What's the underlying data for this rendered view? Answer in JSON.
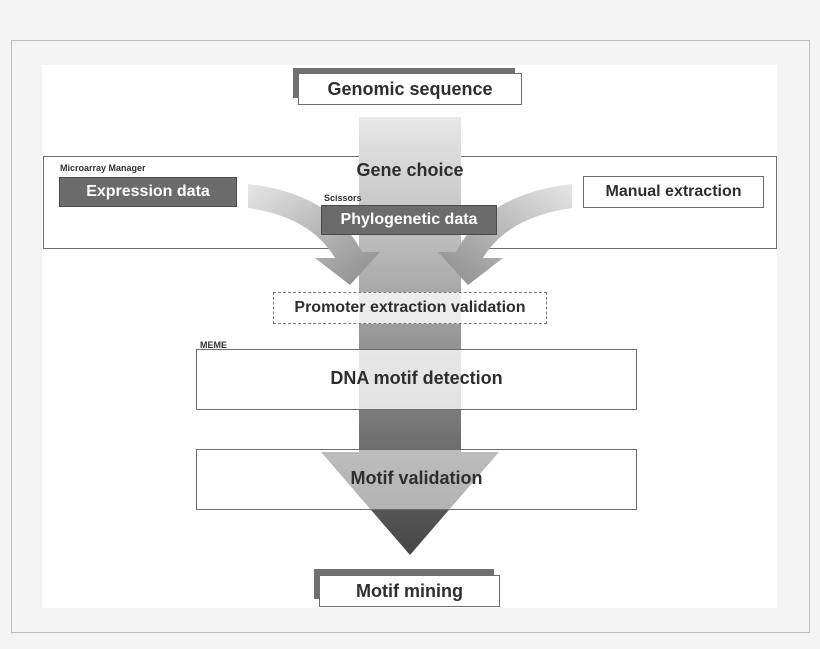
{
  "nodes": {
    "genomic_sequence": "Genomic sequence",
    "gene_choice": "Gene choice",
    "microarray_manager": "Microarray Manager",
    "expression_data": "Expression data",
    "scissors": "Scissors",
    "phylogenetic_data": "Phylogenetic data",
    "manual_extraction": "Manual extraction",
    "promoter_extraction_validation": "Promoter extraction validation",
    "meme": "MEME",
    "dna_motif_detection": "DNA motif detection",
    "motif_validation": "Motif validation",
    "motif_mining": "Motif mining"
  },
  "colors": {
    "arrow_top": "#e6e6e6",
    "arrow_bottom": "#4a4a4a",
    "curved_arrow": "#c4c4c4",
    "dark_box": "#6b6b6b",
    "box_border": "#6d6d6d"
  }
}
